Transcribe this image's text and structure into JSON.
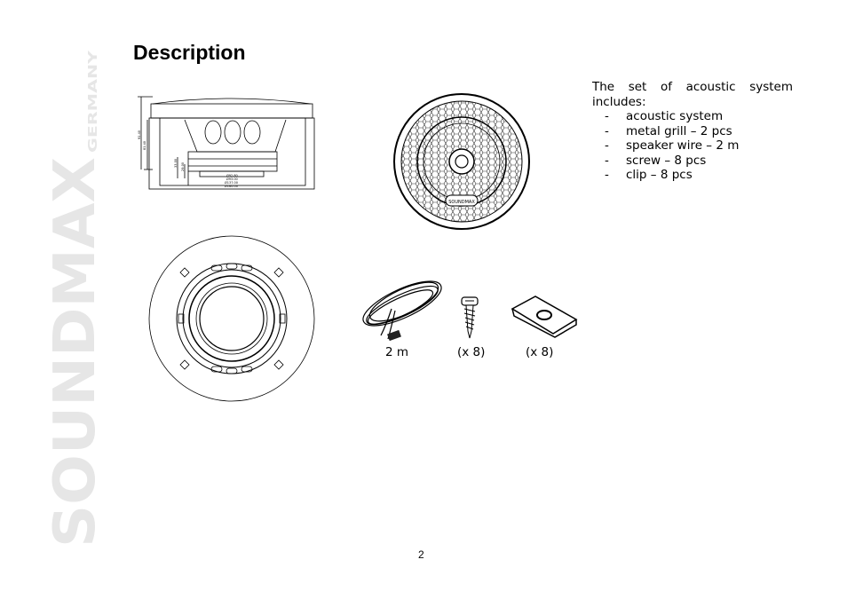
{
  "brand": {
    "wordmark": "SOUNDMAX",
    "country": "GERMANY"
  },
  "page": {
    "title": "Description",
    "number": "2"
  },
  "dimension_labels": [
    "91.40",
    "81.40",
    "33.00",
    "29.00",
    "Ø92.80",
    "Ø93.00",
    "Ø137.00",
    "Ø160.00"
  ],
  "grill_logo": "SOUNDMAX",
  "set": {
    "intro_line1": "The set of acoustic system",
    "intro_line2": "includes:",
    "bullet": "-",
    "items": [
      "acoustic system",
      "metal grill – 2 pcs",
      "speaker wire – 2 m",
      "screw – 8 pcs",
      "clip – 8 pcs"
    ]
  },
  "accessory_labels": {
    "wire": "2 m",
    "screw": "(x 8)",
    "clip": "(x 8)"
  }
}
